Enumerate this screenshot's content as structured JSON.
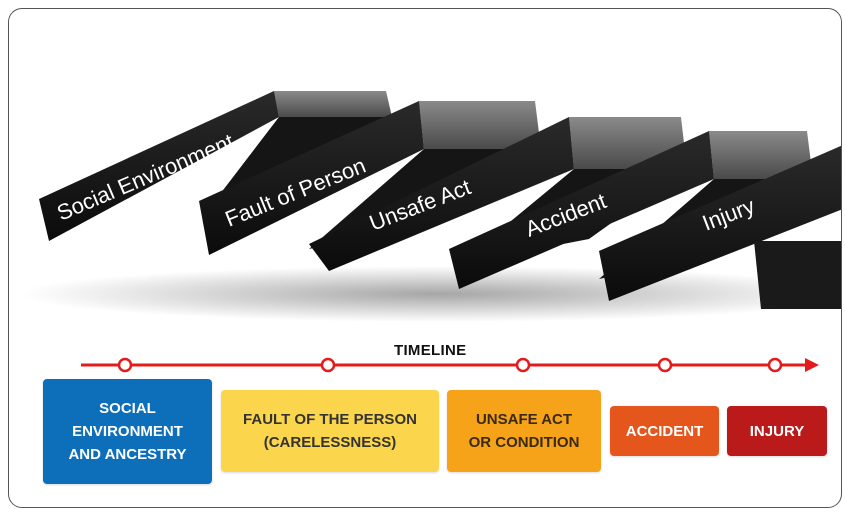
{
  "dominoes": [
    {
      "label": "Social Environment"
    },
    {
      "label": "Fault of Person"
    },
    {
      "label": "Unsafe Act"
    },
    {
      "label": "Accident"
    },
    {
      "label": "Injury"
    }
  ],
  "timeline": {
    "title": "TIMELINE",
    "line_color": "#e31b1b"
  },
  "stages": [
    {
      "label": "SOCIAL\nENVIRONMENT\nAND ANCESTRY",
      "color": "#0d6fba"
    },
    {
      "label": "FAULT OF THE PERSON\n(CARELESSNESS)",
      "color": "#fbd64d"
    },
    {
      "label": "UNSAFE ACT\nOR CONDITION",
      "color": "#f6a31a"
    },
    {
      "label": "ACCIDENT",
      "color": "#e5561c"
    },
    {
      "label": "INJURY",
      "color": "#bb1a1a"
    }
  ]
}
